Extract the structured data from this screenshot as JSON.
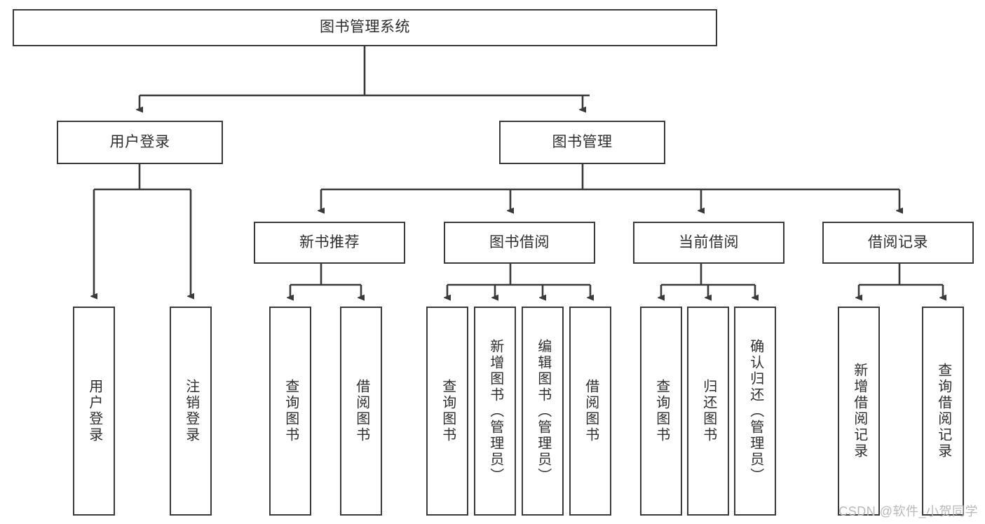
{
  "diagram": {
    "type": "tree-hierarchy-chart",
    "title_node": "图书管理系统",
    "watermark": "CSDN @软件_小贺同学",
    "colors": {
      "node_border": "#3a3a3a",
      "node_fill": "#ffffff",
      "text": "#2e2e2e",
      "edge": "#3a3a3a",
      "watermark": "#b9b9b9",
      "background": "#ffffff"
    },
    "nodes": {
      "root": {
        "label": "图书管理系统"
      },
      "level2": [
        {
          "id": "user-login",
          "label": "用户登录"
        },
        {
          "id": "book-manage",
          "label": "图书管理"
        }
      ],
      "level3": [
        {
          "id": "new-book-recommend",
          "label": "新书推荐"
        },
        {
          "id": "book-borrow",
          "label": "图书借阅"
        },
        {
          "id": "current-borrow",
          "label": "当前借阅"
        },
        {
          "id": "borrow-record",
          "label": "借阅记录"
        }
      ],
      "leaves": {
        "user_login": [
          {
            "id": "leaf-user-login",
            "label": "用户登录"
          },
          {
            "id": "leaf-logout-login",
            "label": "注销登录"
          }
        ],
        "new_book_recommend": [
          {
            "id": "leaf-query-book-1",
            "label": "查询图书"
          },
          {
            "id": "leaf-borrow-book-1",
            "label": "借阅图书"
          }
        ],
        "book_borrow": [
          {
            "id": "leaf-query-book-2",
            "label": "查询图书"
          },
          {
            "id": "leaf-add-book-admin",
            "label": "新增图书（管理员）"
          },
          {
            "id": "leaf-edit-book-admin",
            "label": "编辑图书（管理员）"
          },
          {
            "id": "leaf-borrow-book-2",
            "label": "借阅图书"
          }
        ],
        "current_borrow": [
          {
            "id": "leaf-query-book-3",
            "label": "查询图书"
          },
          {
            "id": "leaf-return-book",
            "label": "归还图书"
          },
          {
            "id": "leaf-confirm-return-admin",
            "label": "确认归还（管理员）"
          }
        ],
        "borrow_record": [
          {
            "id": "leaf-add-borrow-record",
            "label": "新增借阅记录"
          },
          {
            "id": "leaf-query-borrow-record",
            "label": "查询借阅记录"
          }
        ]
      }
    }
  }
}
